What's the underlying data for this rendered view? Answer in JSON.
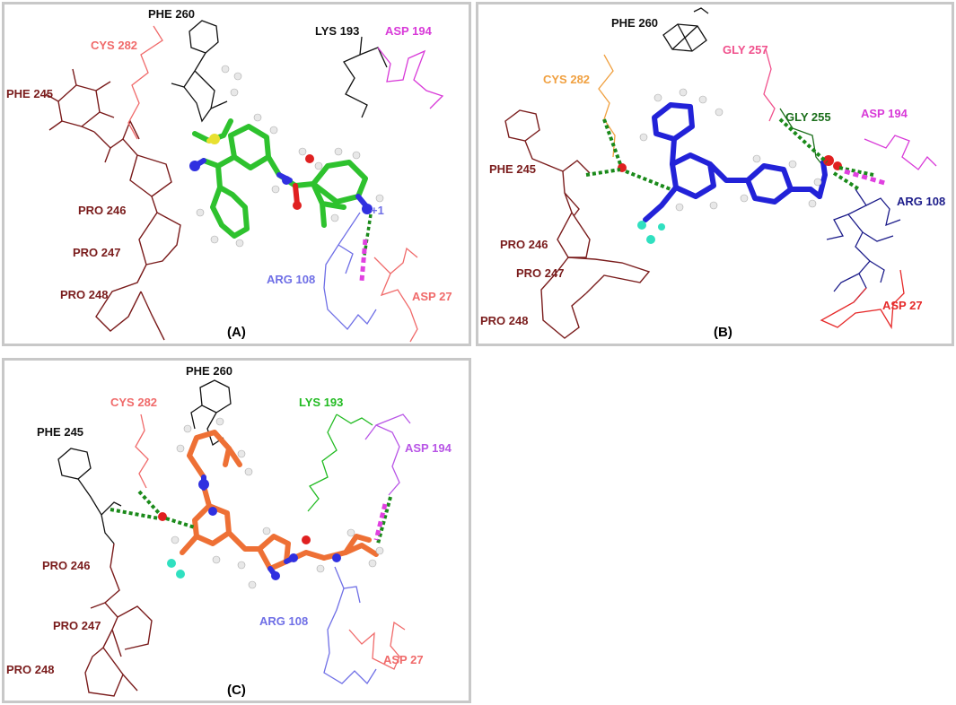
{
  "colors": {
    "maroon": "#7a1c1c",
    "black": "#111111",
    "salmon": "#f06a6a",
    "magenta": "#d83ad8",
    "periwinkle": "#6f6fe6",
    "red": "#e62a2a",
    "orange": "#f0a040",
    "pink": "#f0508c",
    "darkgreen": "#1a6e1a",
    "navy": "#1c1c8a",
    "lime": "#22bb22",
    "violet": "#b855e6",
    "hbond": "#1a8a1a",
    "saltbridge": "#e040e0",
    "ligandA": "#2ec22e",
    "ligandB": "#2222d8",
    "ligandC": "#ee7035",
    "nitrogen": "#3030e0",
    "oxygen": "#e02020",
    "fluorine": "#30e0c0",
    "sulfur": "#e8e030"
  },
  "panels": {
    "A": {
      "caption": "(A)",
      "residues": {
        "phe260": "PHE 260",
        "cys282": "CYS 282",
        "lys193": "LYS 193",
        "asp194": "ASP 194",
        "phe245": "PHE 245",
        "pro246": "PRO 246",
        "pro247": "PRO 247",
        "pro248": "PRO 248",
        "arg108": "ARG 108",
        "asp27": "ASP 27"
      },
      "charge": "+1"
    },
    "B": {
      "caption": "(B)",
      "residues": {
        "phe260": "PHE 260",
        "gly257": "GLY 257",
        "cys282": "CYS 282",
        "gly255": "GLY 255",
        "asp194": "ASP 194",
        "phe245": "PHE 245",
        "arg108": "ARG 108",
        "pro246": "PRO 246",
        "pro247": "PRO 247",
        "asp27": "ASP 27",
        "pro248": "PRO 248"
      }
    },
    "C": {
      "caption": "(C)",
      "residues": {
        "phe260": "PHE 260",
        "cys282": "CYS 282",
        "lys193": "LYS 193",
        "phe245": "PHE 245",
        "asp194": "ASP 194",
        "pro246": "PRO 246",
        "pro247": "PRO 247",
        "pro248": "PRO 248",
        "arg108": "ARG 108",
        "asp27": "ASP 27"
      }
    }
  }
}
